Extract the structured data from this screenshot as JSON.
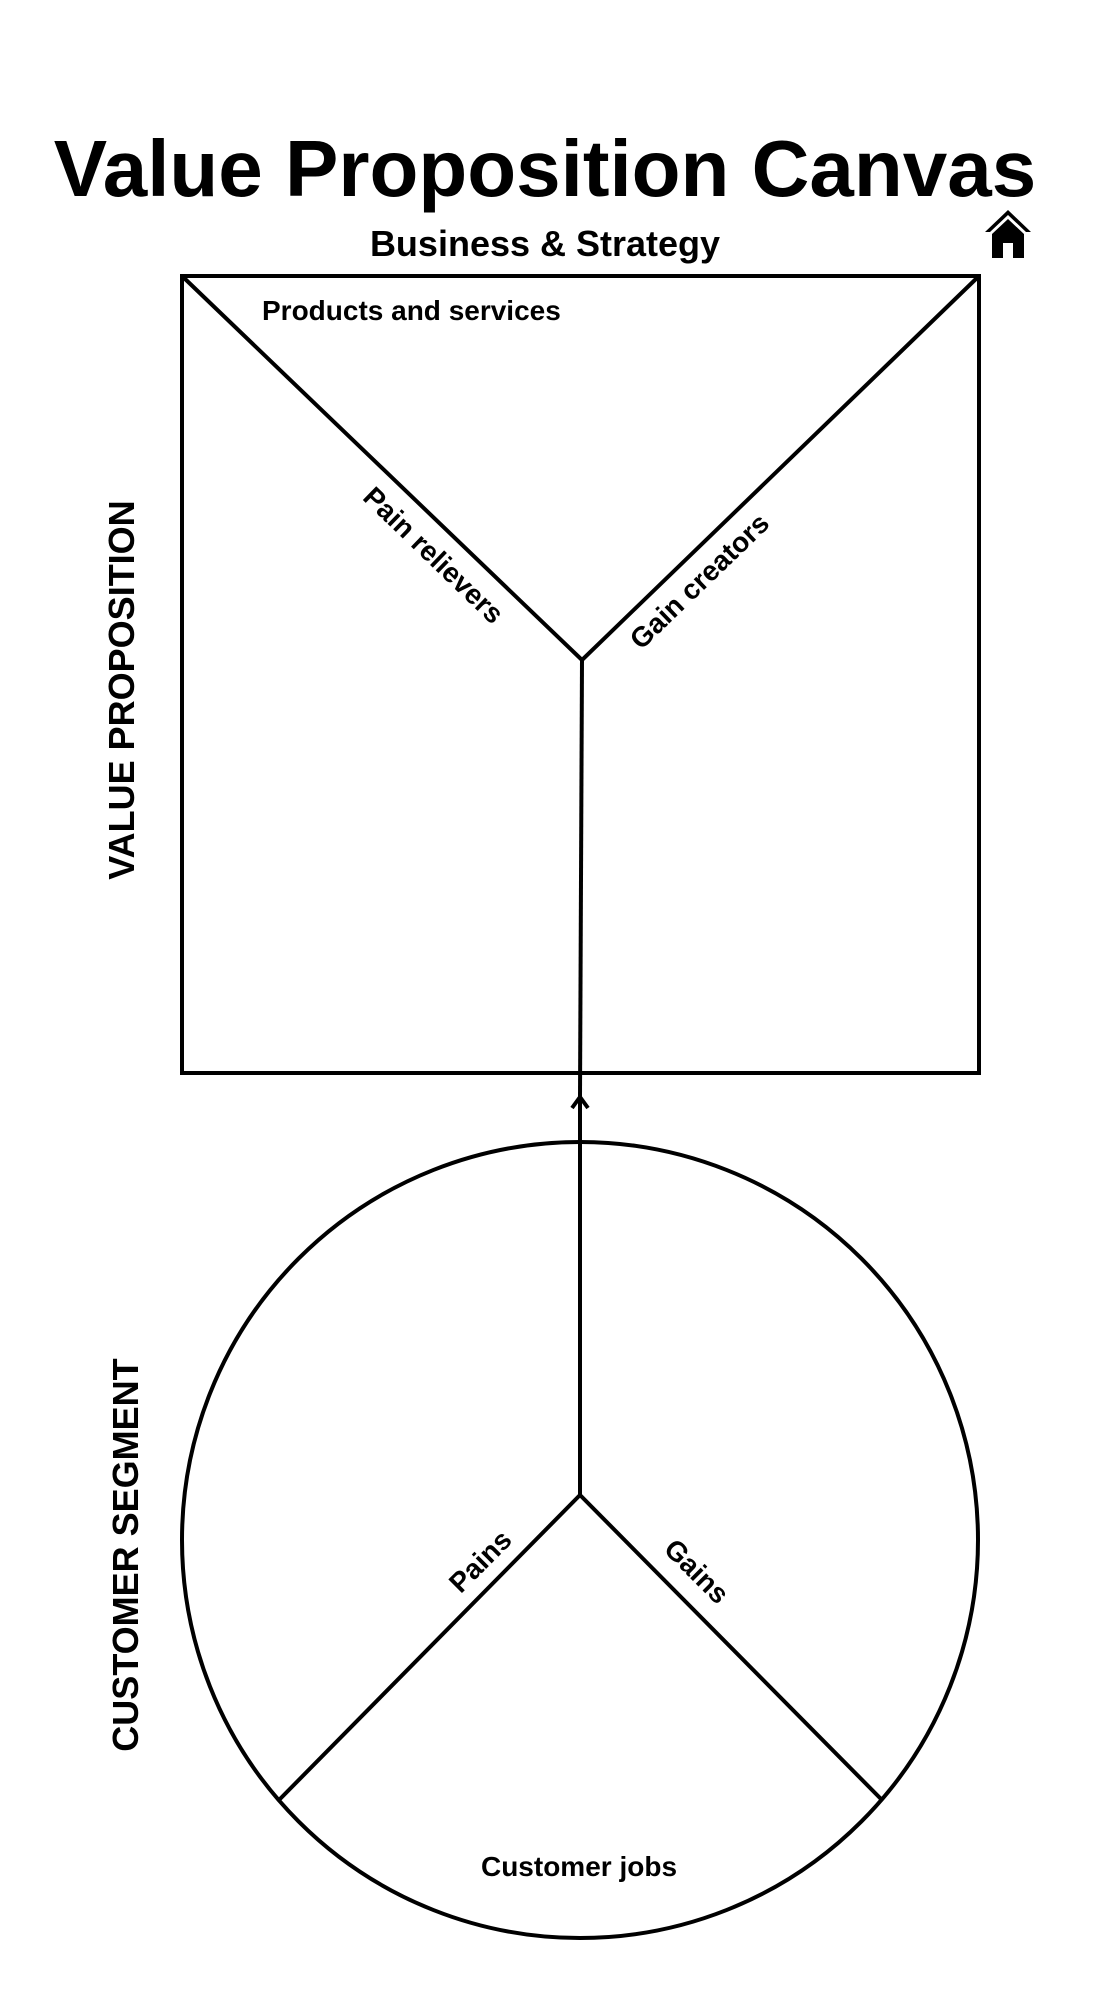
{
  "title": "Value Proposition Canvas",
  "subtitle": "Business & Strategy",
  "icon": "home-icon",
  "value_proposition": {
    "heading": "VALUE PROPOSITION",
    "products_and_services": "Products and services",
    "pain_relievers": "Pain relievers",
    "gain_creators": "Gain creators"
  },
  "customer_segment": {
    "heading": "CUSTOMER SEGMENT",
    "pains": "Pains",
    "gains": "Gains",
    "customer_jobs": "Customer jobs"
  },
  "colors": {
    "ink": "#000000",
    "background": "#ffffff"
  }
}
